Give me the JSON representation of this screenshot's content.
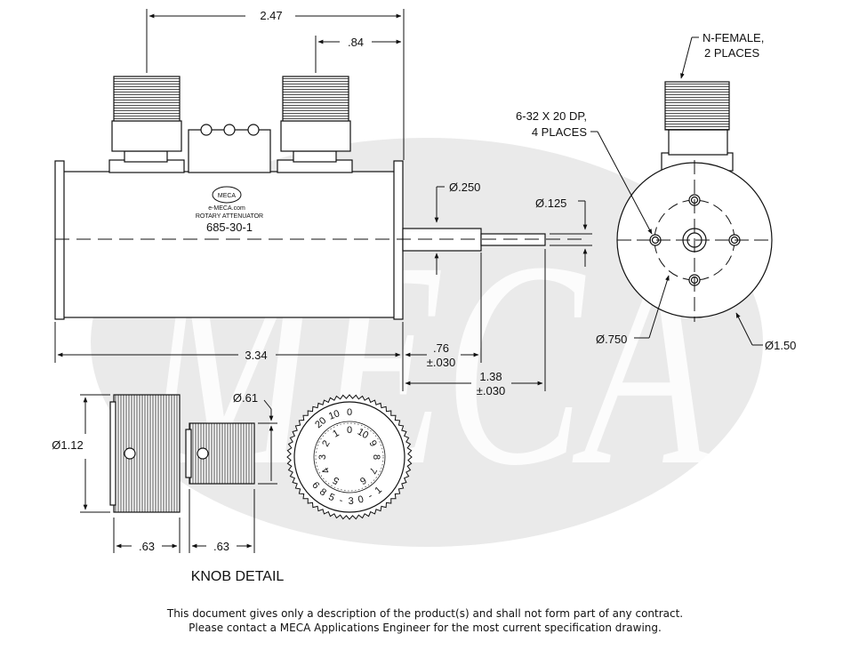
{
  "watermark": "MECA",
  "side_view": {
    "dim_overall_length": "2.47",
    "dim_connector_spacing": ".84",
    "dim_body_length": "3.34",
    "dim_shaft_dia": "Ø.250",
    "dim_shaft_tip_dia": "Ø.125",
    "dim_shaft_length_1": ".76",
    "dim_shaft_tol_1": "±.030",
    "dim_shaft_length_2": "1.38",
    "dim_shaft_tol_2": "±.030",
    "label_logo": "MECA",
    "label_url": "e-MECA.com",
    "label_name": "ROTARY ATTENUATOR",
    "label_part": "685-30-1"
  },
  "end_view": {
    "connector_note_1": "N-FEMALE,",
    "connector_note_2": "2 PLACES",
    "hole_note_1": "6-32 X 20 DP,",
    "hole_note_2": "4 PLACES",
    "dim_bolt_circle": "Ø.750",
    "dim_outer": "Ø1.50"
  },
  "knob": {
    "dim_large_dia": "Ø1.12",
    "dim_small_dia": "Ø.61",
    "dim_large_width": ".63",
    "dim_small_width": ".63",
    "title": "KNOB DETAIL",
    "dial_outer_numbers": [
      "20",
      "10",
      "0"
    ],
    "dial_inner_numbers": [
      "5",
      "4",
      "3",
      "2",
      "1",
      "0",
      "10",
      "9",
      "8",
      "7",
      "6"
    ],
    "dial_part": "685-30-1"
  },
  "disclaimer": {
    "line1": "This document gives only a description of the product(s) and shall not form part of any contract.",
    "line2": "Please contact a MECA Applications Engineer for the most current specification drawing."
  }
}
